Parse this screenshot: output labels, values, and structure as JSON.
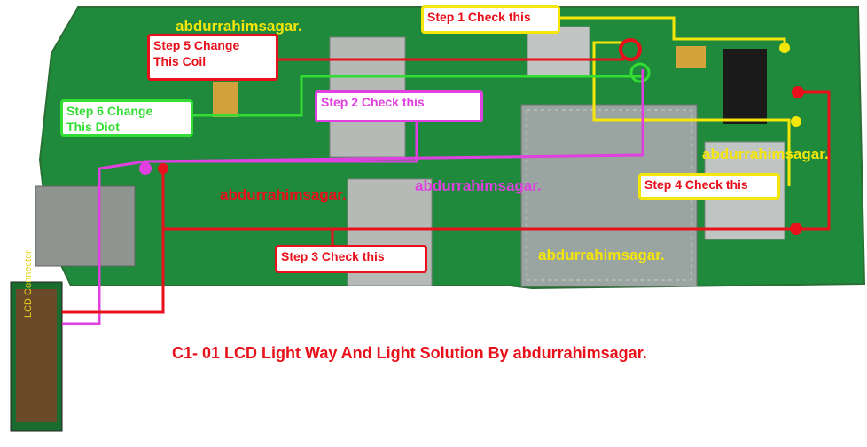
{
  "steps": {
    "step1": "Step 1 Check this",
    "step2": "Step 2    Check this",
    "step3": "Step 3 Check this",
    "step4": "Step 4 Check this",
    "step5": "Step 5 Change\nThis Coil",
    "step6": "Step 6 Change\nThis Diot"
  },
  "watermark": "abdurrahimsagar.",
  "connector_label": "LCD Connector",
  "caption": "C1- 01 LCD Light Way And Light  Solution By abdurrahimsagar.",
  "colors": {
    "board": "#1f8a3c",
    "step1_trace": "#f5e60a",
    "step2_trace": "#e040e0",
    "red_trace": "#e8101a",
    "step6_trace": "#33dd33",
    "watermark_yellow": "#f5e60a",
    "watermark_red": "#e8101a",
    "watermark_magenta": "#e040e0"
  }
}
